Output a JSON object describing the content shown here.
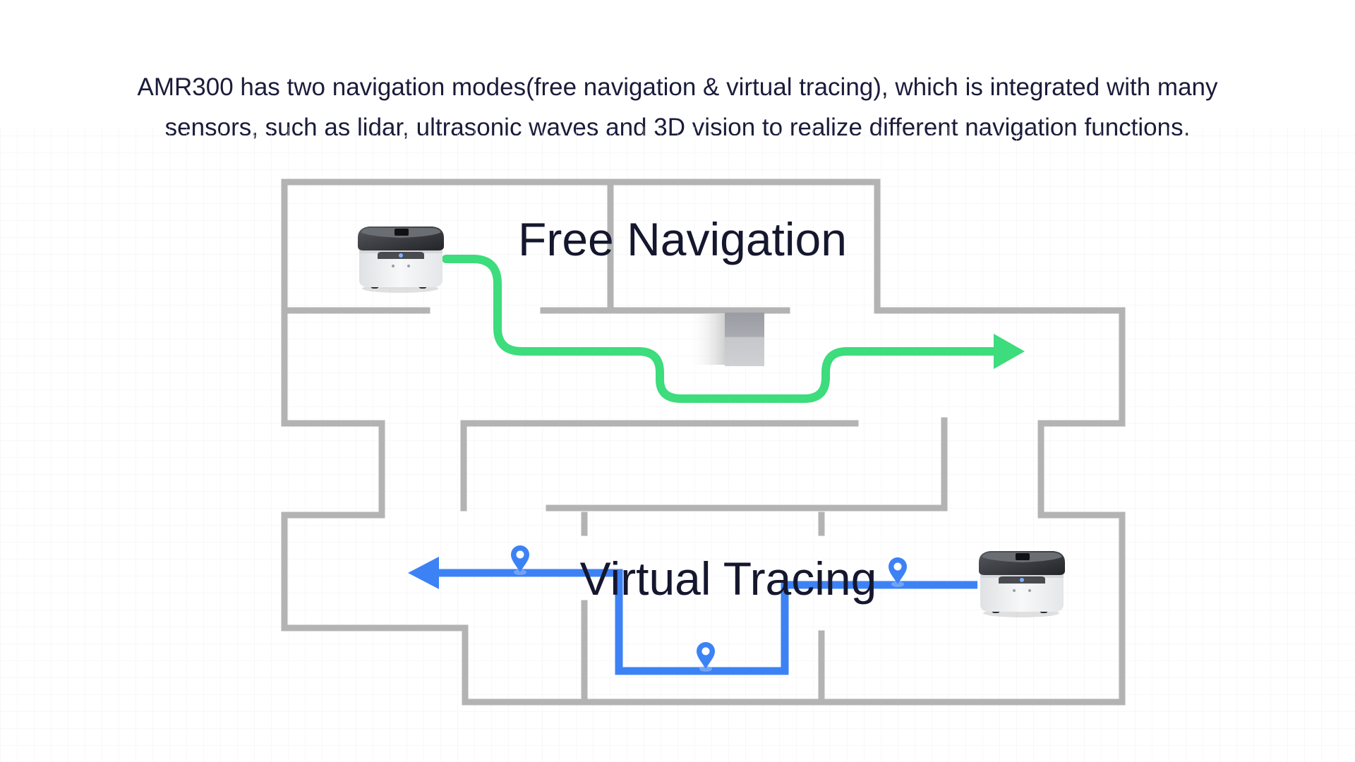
{
  "description": {
    "line1": "AMR300 has two navigation modes(free navigation & virtual tracing), which is integrated with many",
    "line2": "sensors, such as lidar, ultrasonic waves and 3D vision to realize different navigation functions."
  },
  "modes": {
    "free_navigation": {
      "label": "Free Navigation",
      "color": "#3ddc7c"
    },
    "virtual_tracing": {
      "label": "Virtual Tracing",
      "color": "#3d82f5",
      "waypoint_count": 3
    }
  },
  "colors": {
    "text": "#1a1c3a",
    "label": "#15172e",
    "wall": "#b3b3b3",
    "grid": "#f2f2f2",
    "robot_body": "#f2f3f5",
    "robot_top": "#333639"
  },
  "icons": {
    "robot": "amr-robot-icon",
    "waypoint": "map-pin-icon",
    "obstacle": "box-obstacle-icon",
    "arrow": "arrow-head-icon"
  }
}
